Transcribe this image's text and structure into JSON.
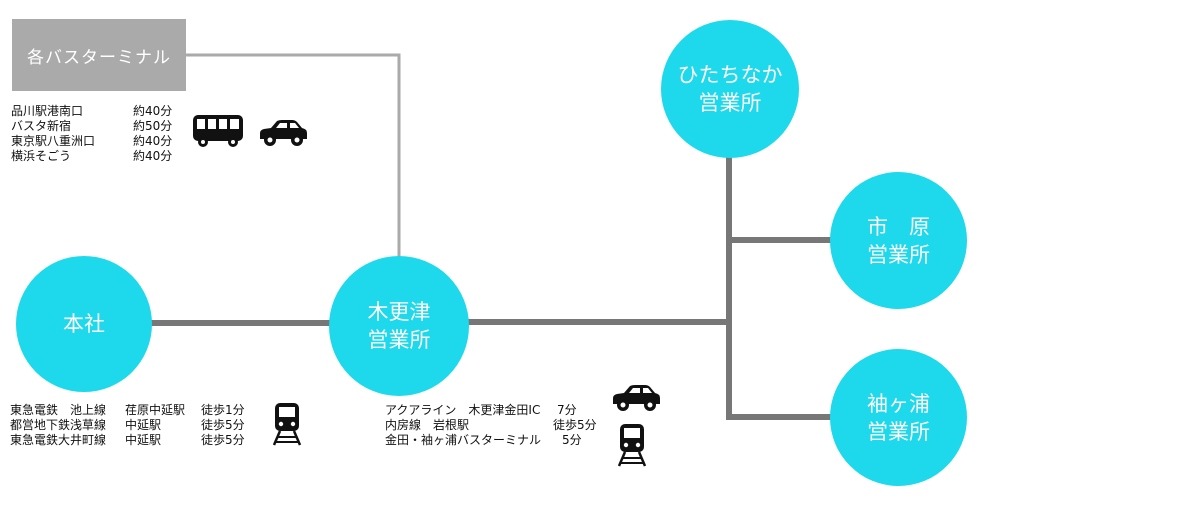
{
  "terminal": {
    "label": "各バスターミナル"
  },
  "nodes": {
    "honsha": {
      "lines": [
        "本社"
      ]
    },
    "kisarazu": {
      "lines": [
        "木更津",
        "営業所"
      ]
    },
    "hitachinaka": {
      "lines": [
        "ひたちなか",
        "営業所"
      ]
    },
    "ichihara": {
      "lines": [
        "市　原",
        "営業所"
      ]
    },
    "sodegaura": {
      "lines": [
        "袖ヶ浦",
        "営業所"
      ]
    }
  },
  "bus_routes": [
    {
      "from": "品川駅港南口",
      "time": "約40分"
    },
    {
      "from": "バスタ新宿",
      "time": "約50分"
    },
    {
      "from": "東京駅八重洲口",
      "time": "約40分"
    },
    {
      "from": "横浜そごう",
      "time": "約40分"
    }
  ],
  "honsha_access": [
    {
      "line": "東急電鉄　池上線",
      "station": "荏原中延駅",
      "time": "徒歩1分"
    },
    {
      "line": "都営地下鉄浅草線",
      "station": "中延駅",
      "time": "徒歩5分"
    },
    {
      "line": "東急電鉄大井町線",
      "station": "中延駅",
      "time": "徒歩5分"
    }
  ],
  "kisarazu_access": [
    {
      "route": "アクアライン　木更津金田IC",
      "time": "7分"
    },
    {
      "route": "内房線　岩根駅",
      "time": "徒歩5分"
    },
    {
      "route": "金田・袖ヶ浦バスターミナル",
      "time": "5分"
    }
  ],
  "icons": [
    "bus-icon",
    "car-icon",
    "train-icon"
  ],
  "colors": {
    "node": "#1ed8ec",
    "main_line": "#777777",
    "terminal_line": "#aaaaaa",
    "terminal_box": "#aaaaaa"
  }
}
